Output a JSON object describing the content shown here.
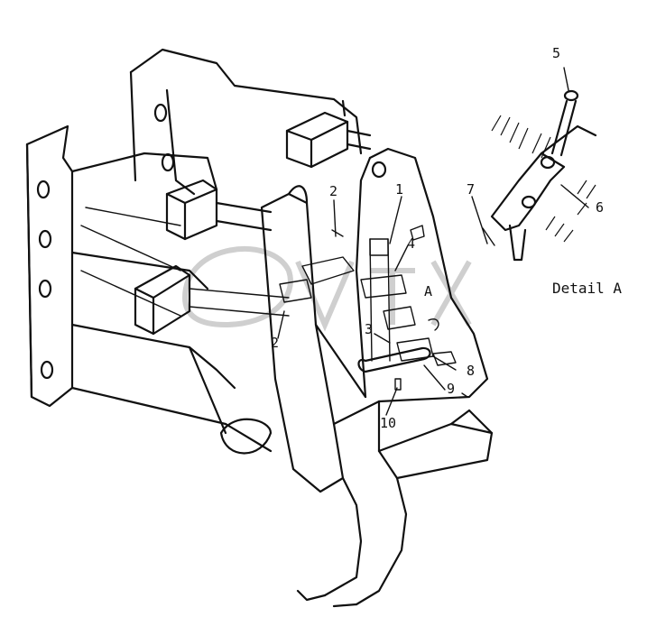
{
  "callouts": {
    "c1": "1",
    "c2a": "2",
    "c2b": "2",
    "c3": "3",
    "c4": "4",
    "c5": "5",
    "c6": "6",
    "c7": "7",
    "c8": "8",
    "c9": "9",
    "c10": "10",
    "cA": "A"
  },
  "detail_label": "Detail A",
  "colors": {
    "line": "#111111",
    "watermark": "#cfcfcf",
    "background": "#ffffff"
  }
}
